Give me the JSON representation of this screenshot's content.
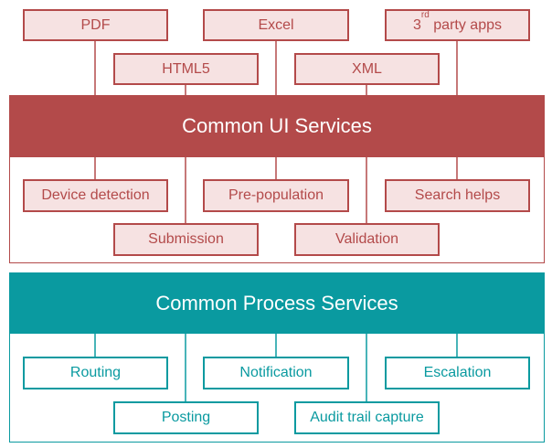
{
  "colors": {
    "red": "#b34a4a",
    "red_light": "#f6e2e2",
    "teal": "#0a9aa0"
  },
  "top_inputs": {
    "pdf": "PDF",
    "excel": "Excel",
    "third_party_prefix": "3",
    "third_party_sup": "rd",
    "third_party_suffix": " party apps",
    "html5": "HTML5",
    "xml": "XML"
  },
  "ui_services": {
    "title": "Common UI Services",
    "items": {
      "device_detection": "Device detection",
      "pre_population": "Pre-population",
      "search_helps": "Search helps",
      "submission": "Submission",
      "validation": "Validation"
    }
  },
  "process_services": {
    "title": "Common Process Services",
    "items": {
      "routing": "Routing",
      "notification": "Notification",
      "escalation": "Escalation",
      "posting": "Posting",
      "audit_trail_capture": "Audit trail capture"
    }
  }
}
